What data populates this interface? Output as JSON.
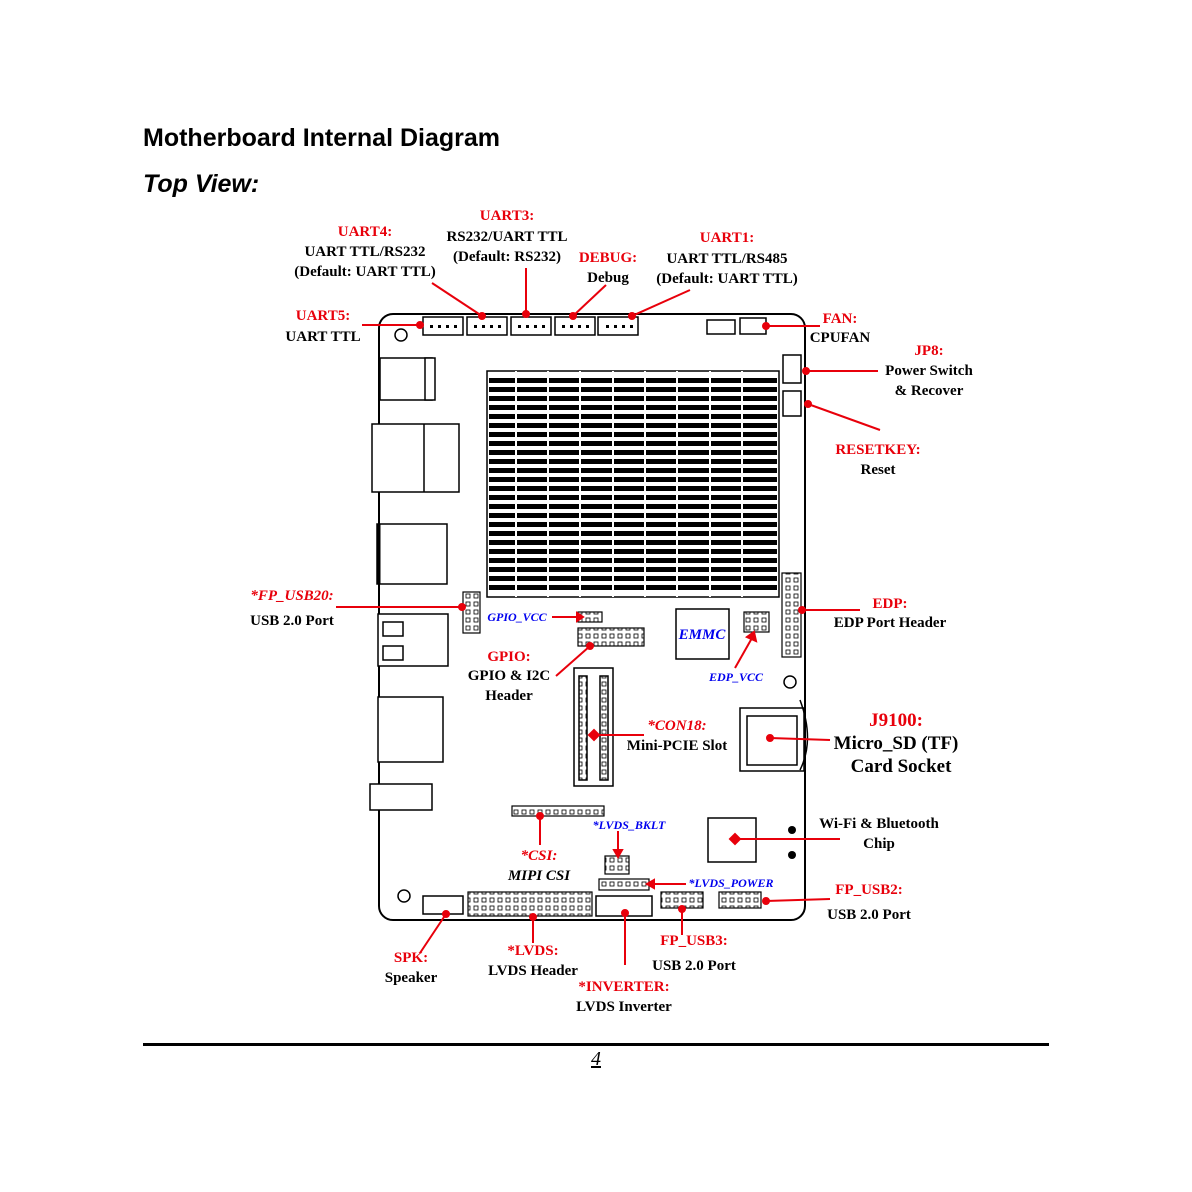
{
  "header": {
    "title": "Motherboard Internal Diagram",
    "subtitle": "Top View:"
  },
  "labels": {
    "uart4": {
      "name": "UART4:",
      "desc1": "UART TTL/RS232",
      "desc2": "(Default: UART TTL)"
    },
    "uart3": {
      "name": "UART3:",
      "desc1": "RS232/UART TTL",
      "desc2": "(Default: RS232)"
    },
    "debug": {
      "name": "DEBUG:",
      "desc1": "Debug"
    },
    "uart1": {
      "name": "UART1:",
      "desc1": "UART TTL/RS485",
      "desc2": "(Default: UART TTL)"
    },
    "uart5": {
      "name": "UART5:",
      "desc1": "UART TTL"
    },
    "fan": {
      "name": "FAN:",
      "desc1": "CPUFAN"
    },
    "jp8": {
      "name": "JP8:",
      "desc1": "Power Switch",
      "desc2": "& Recover"
    },
    "resetkey": {
      "name": "RESETKEY:",
      "desc1": "Reset"
    },
    "fp_usb20": {
      "name": "*FP_USB20:",
      "desc1": "USB 2.0 Port"
    },
    "edp": {
      "name": "EDP:",
      "desc1": "EDP Port Header"
    },
    "gpio_vcc": {
      "name": "GPIO_VCC"
    },
    "gpio": {
      "name": "GPIO:",
      "desc1": "GPIO & I2C",
      "desc2": "Header"
    },
    "emmc": {
      "name": "EMMC"
    },
    "edp_vcc": {
      "name": "EDP_VCC"
    },
    "con18": {
      "name": "*CON18:",
      "desc1": "Mini-PCIE Slot"
    },
    "j9100": {
      "name": "J9100:",
      "desc1": "Micro_SD (TF)",
      "desc2": "Card Socket"
    },
    "wifi": {
      "desc1": "Wi-Fi & Bluetooth",
      "desc2": "Chip"
    },
    "lvds_bklt": {
      "name": "*LVDS_BKLT"
    },
    "csi": {
      "name": "*CSI:",
      "desc1": "MIPI CSI"
    },
    "lvds_power": {
      "name": "*LVDS_POWER"
    },
    "fp_usb2": {
      "name": "FP_USB2:",
      "desc1": "USB 2.0 Port"
    },
    "fp_usb3": {
      "name": "FP_USB3:",
      "desc1": "USB 2.0 Port"
    },
    "spk": {
      "name": "SPK:",
      "desc1": "Speaker"
    },
    "lvds": {
      "name": "*LVDS:",
      "desc1": "LVDS Header"
    },
    "inverter": {
      "name": "*INVERTER:",
      "desc1": "LVDS Inverter"
    }
  },
  "footer": {
    "page_number": "4"
  },
  "colors": {
    "label_red": "#e8000b",
    "label_blue": "#0000ee",
    "outline": "#000000"
  }
}
